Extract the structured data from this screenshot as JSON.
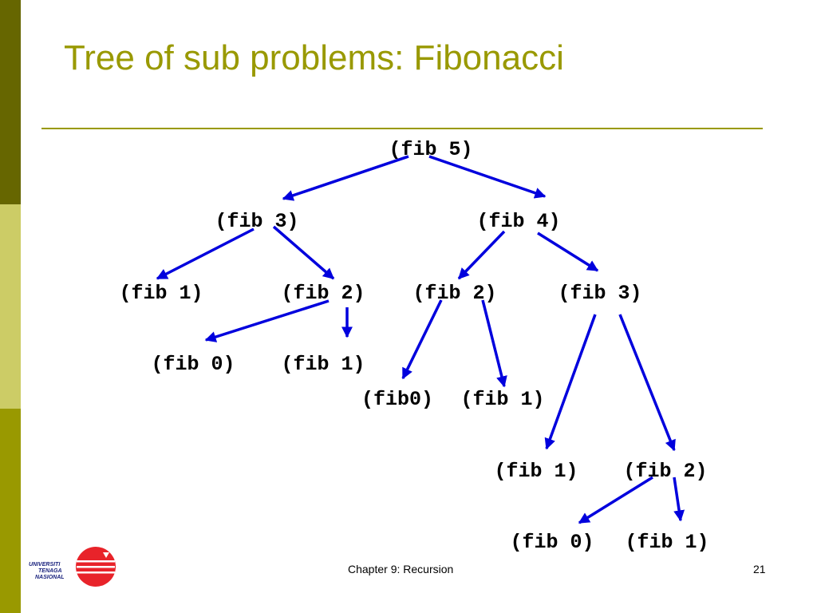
{
  "slide": {
    "title": "Tree of sub problems: Fibonacci",
    "footer": "Chapter 9: Recursion",
    "page_number": "21"
  },
  "logo": {
    "lines": [
      "UNIVERSITI",
      "TENAGA",
      "NASIONAL"
    ]
  },
  "tree": {
    "nodes": [
      {
        "id": "n0",
        "label": "(fib 5)"
      },
      {
        "id": "n1",
        "label": "(fib 3)"
      },
      {
        "id": "n2",
        "label": "(fib 4)"
      },
      {
        "id": "n3",
        "label": "(fib 1)"
      },
      {
        "id": "n4",
        "label": "(fib 2)"
      },
      {
        "id": "n5",
        "label": "(fib 2)"
      },
      {
        "id": "n6",
        "label": "(fib 3)"
      },
      {
        "id": "n7",
        "label": "(fib 0)"
      },
      {
        "id": "n8",
        "label": "(fib 1)"
      },
      {
        "id": "n9",
        "label": "(fib0)"
      },
      {
        "id": "n10",
        "label": "(fib 1)"
      },
      {
        "id": "n11",
        "label": "(fib 1)"
      },
      {
        "id": "n12",
        "label": "(fib 2)"
      },
      {
        "id": "n13",
        "label": "(fib 0)"
      },
      {
        "id": "n14",
        "label": "(fib 1)"
      }
    ],
    "edges": [
      [
        "n0",
        "n1"
      ],
      [
        "n0",
        "n2"
      ],
      [
        "n1",
        "n3"
      ],
      [
        "n1",
        "n4"
      ],
      [
        "n2",
        "n5"
      ],
      [
        "n2",
        "n6"
      ],
      [
        "n4",
        "n7"
      ],
      [
        "n4",
        "n8"
      ],
      [
        "n5",
        "n9"
      ],
      [
        "n5",
        "n10"
      ],
      [
        "n6",
        "n11"
      ],
      [
        "n6",
        "n12"
      ],
      [
        "n12",
        "n13"
      ],
      [
        "n12",
        "n14"
      ]
    ]
  },
  "colors": {
    "arrow": "#0000dd",
    "title": "#999900",
    "node_text": "#000000"
  }
}
